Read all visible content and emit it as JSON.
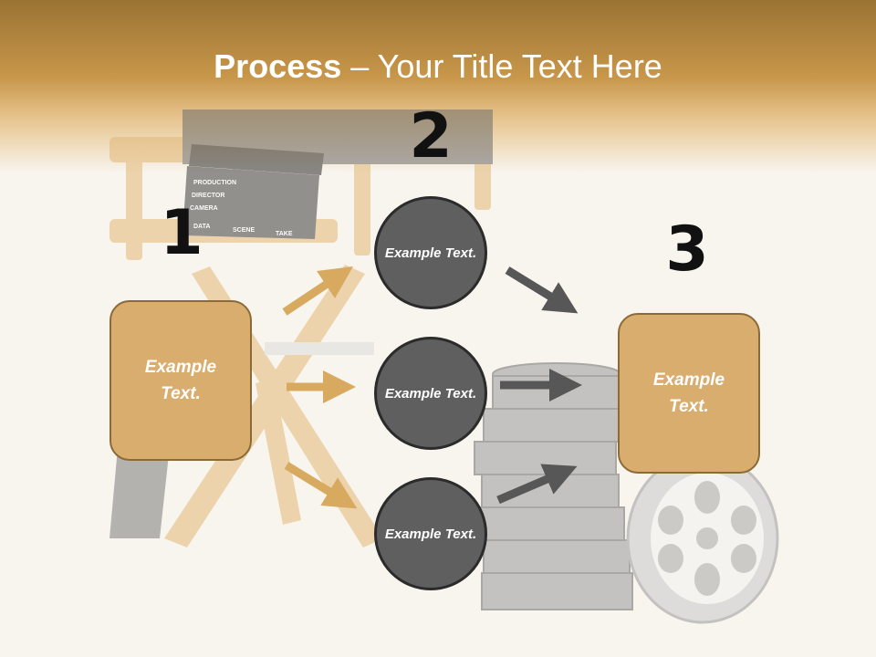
{
  "title": {
    "bold": "Process",
    "rest": " – Your Title Text Here"
  },
  "steps": {
    "step1": {
      "number": "1",
      "box_text": "Example Text."
    },
    "step2": {
      "number": "2",
      "circle1": "Example Text.",
      "circle2": "Example Text.",
      "circle3": "Example Text."
    },
    "step3": {
      "number": "3",
      "box_text": "Example Text."
    }
  },
  "background_clapperboard": {
    "labels": [
      "PRODUCTION",
      "DIRECTOR",
      "CAMERA",
      "DATA",
      "SCENE",
      "TAKE"
    ]
  },
  "colors": {
    "header": "#c8974a",
    "box_fill": "#d9ad6d",
    "box_border": "#8c6a37",
    "circle_fill": "#5f5f5f",
    "orange_arrow": "#d8aa60",
    "gray_arrow": "#575757"
  },
  "icons": [
    "clapperboard",
    "director-chair",
    "film-reel",
    "film-canister-stack",
    "arrow"
  ]
}
